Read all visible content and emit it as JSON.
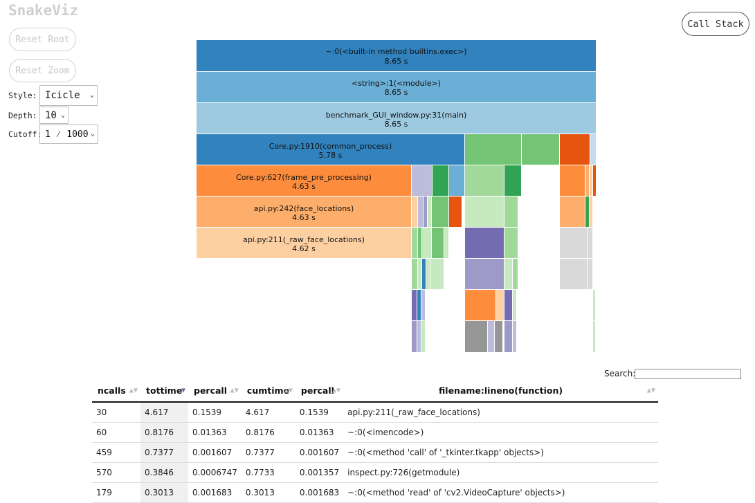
{
  "app": {
    "title": "SnakeViz"
  },
  "controls": {
    "reset_root": "Reset Root",
    "reset_zoom": "Reset Zoom",
    "call_stack": "Call Stack",
    "style_label": "Style:",
    "style_value": "Icicle",
    "depth_label": "Depth:",
    "depth_value": "10",
    "cutoff_label": "Cutoff:",
    "cutoff_value": "1 ⁄ 1000"
  },
  "icicle": {
    "labeled": [
      {
        "name": "~:0(<built-in method builtins.exec>)",
        "time": "8.65 s",
        "color": "#3182bd"
      },
      {
        "name": "<string>:1(<module>)",
        "time": "8.65 s",
        "color": "#6baed6"
      },
      {
        "name": "benchmark_GUI_window.py:31(main)",
        "time": "8.65 s",
        "color": "#9ecae1"
      },
      {
        "name": "Core.py:1910(common_process)",
        "time": "5.78 s",
        "color": "#3182bd"
      },
      {
        "name": "Core.py:627(frame_pre_processing)",
        "time": "4.63 s",
        "color": "#fd8d3c"
      },
      {
        "name": "api.py:242(face_locations)",
        "time": "4.63 s",
        "color": "#fdae6b"
      },
      {
        "name": "api.py:211(_raw_face_locations)",
        "time": "4.62 s",
        "color": "#fdd0a2"
      }
    ]
  },
  "search": {
    "label": "Search:",
    "placeholder": ""
  },
  "table": {
    "columns": [
      "ncalls",
      "tottime",
      "percall",
      "cumtime",
      "percall",
      "filename:lineno(function)"
    ],
    "sorted_column": "tottime",
    "rows": [
      [
        "30",
        "4.617",
        "0.1539",
        "4.617",
        "0.1539",
        "api.py:211(_raw_face_locations)"
      ],
      [
        "60",
        "0.8176",
        "0.01363",
        "0.8176",
        "0.01363",
        "~:0(<imencode>)"
      ],
      [
        "459",
        "0.7377",
        "0.001607",
        "0.7377",
        "0.001607",
        "~:0(<method 'call' of '_tkinter.tkapp' objects>)"
      ],
      [
        "570",
        "0.3846",
        "0.0006747",
        "0.7733",
        "0.001357",
        "inspect.py:726(getmodule)"
      ],
      [
        "179",
        "0.3013",
        "0.001683",
        "0.3013",
        "0.001683",
        "~:0(<method 'read' of 'cv2.VideoCapture' objects>)"
      ]
    ]
  }
}
